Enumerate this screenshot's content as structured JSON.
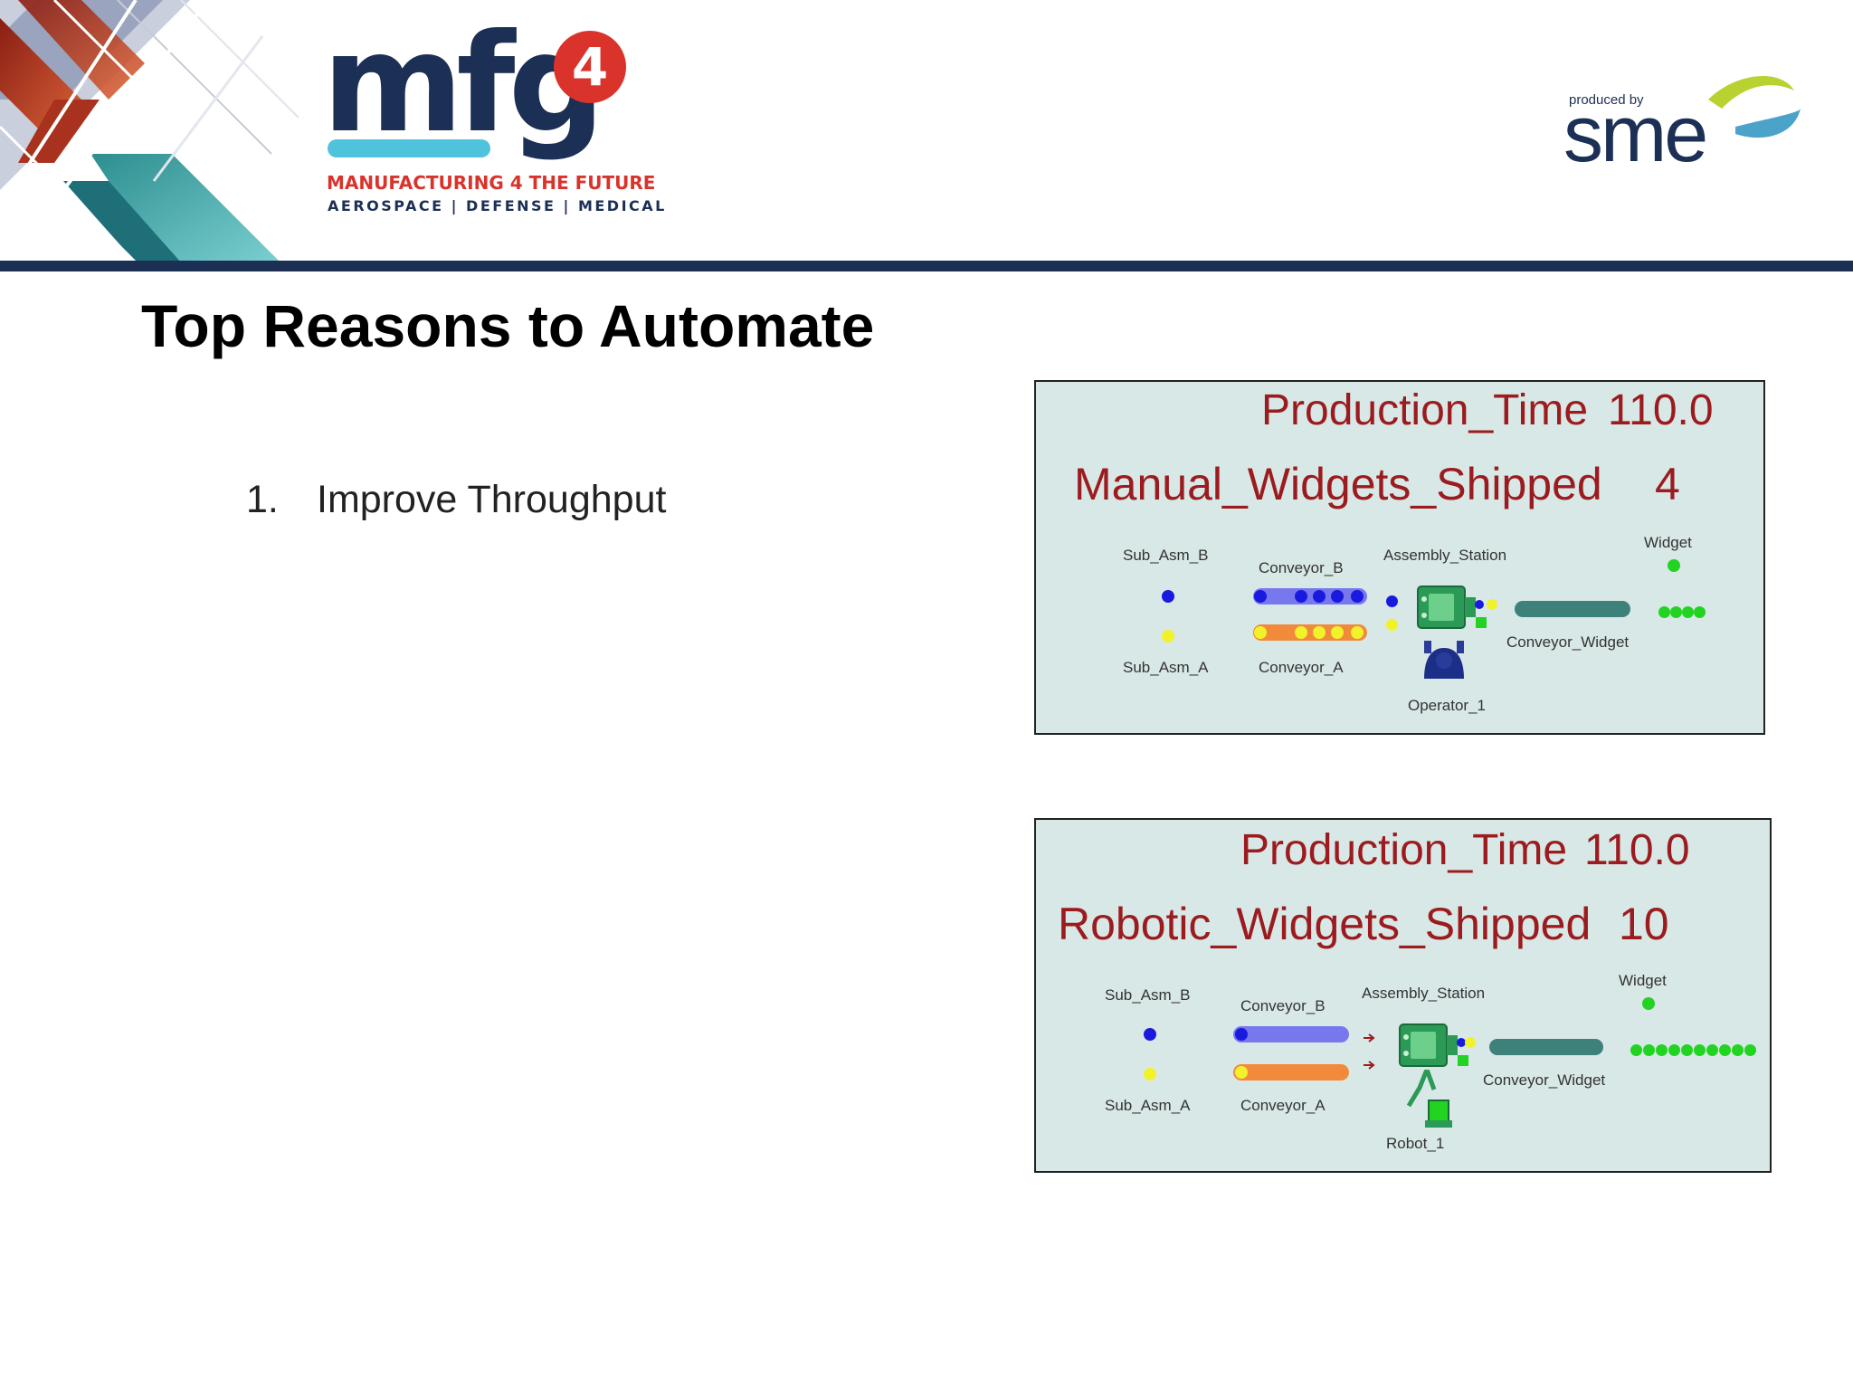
{
  "header": {
    "mfg_logo_text": "mfg",
    "mfg_logo_super": "4",
    "mfg_tagline": "MANUFACTURING 4 THE FUTURE",
    "mfg_sectors": "AEROSPACE | DEFENSE | MEDICAL",
    "sme_produced_by": "produced by",
    "sme_wordmark": "sme"
  },
  "slide": {
    "title": "Top Reasons to Automate",
    "items": [
      {
        "number": "1.",
        "text": "Improve Throughput"
      }
    ]
  },
  "panels": [
    {
      "time_label": "Production_Time",
      "time_value": "110.0",
      "shipped_label": "Manual_Widgets_Shipped",
      "shipped_value": "4",
      "labels": {
        "sub_b": "Sub_Asm_B",
        "sub_a": "Sub_Asm_A",
        "conv_b": "Conveyor_B",
        "conv_a": "Conveyor_A",
        "station": "Assembly_Station",
        "conv_widget": "Conveyor_Widget",
        "widget": "Widget",
        "worker": "Operator_1"
      },
      "colors": {
        "background": "#d8e8e6",
        "title": "#9b1b1f",
        "sub_b": "#1a1adf",
        "sub_a": "#f2f22a",
        "widget": "#22d322"
      }
    },
    {
      "time_label": "Production_Time",
      "time_value": "110.0",
      "shipped_label": "Robotic_Widgets_Shipped",
      "shipped_value": "10",
      "labels": {
        "sub_b": "Sub_Asm_B",
        "sub_a": "Sub_Asm_A",
        "conv_b": "Conveyor_B",
        "conv_a": "Conveyor_A",
        "station": "Assembly_Station",
        "conv_widget": "Conveyor_Widget",
        "widget": "Widget",
        "worker": "Robot_1"
      },
      "colors": {
        "background": "#d8e8e6",
        "title": "#9b1b1f",
        "sub_b": "#1a1adf",
        "sub_a": "#f2f22a",
        "widget": "#22d322"
      }
    }
  ]
}
